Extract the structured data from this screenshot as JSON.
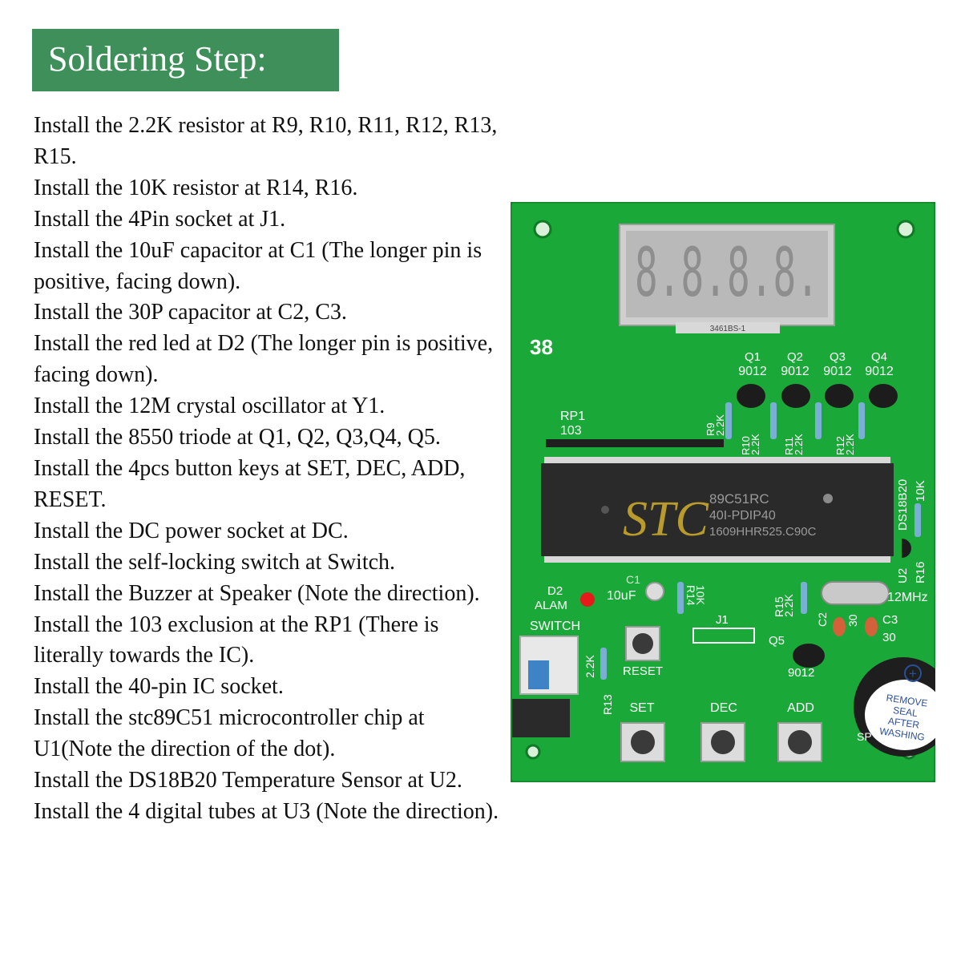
{
  "title": "Soldering Step:",
  "steps": [
    "Install the 2.2K resistor at R9, R10, R11, R12, R13, R15.",
    "Install the 10K resistor at R14, R16.",
    "Install the 4Pin socket at J1.",
    "Install the 10uF capacitor at C1 (The longer pin is positive, facing down).",
    "Install the 30P capacitor at C2, C3.",
    "Install the red led at D2 (The longer pin is positive, facing down).",
    "Install the 12M crystal oscillator at Y1.",
    "Install the 8550 triode at Q1, Q2, Q3,Q4, Q5.",
    "Install the 4pcs button keys at SET, DEC, ADD, RESET.",
    "Install the DC power socket at DC.",
    "Install the self-locking switch at Switch.",
    "Install the Buzzer at Speaker (Note the direction).",
    "Install the 103 exclusion at the RP1 (There is literally towards the IC).",
    "Install the 40-pin IC socket.",
    "Install the stc89C51 microcontroller chip at U1(Note the direction of the dot).",
    "Install the DS18B20 Temperature Sensor at U2.",
    "Install the 4 digital tubes at U3 (Note the direction)."
  ],
  "board": {
    "display_digits": "8.8.8.8.",
    "display_part": "3461BS-1",
    "board_number": "38",
    "transistors": [
      {
        "ref": "Q1",
        "type": "9012"
      },
      {
        "ref": "Q2",
        "type": "9012"
      },
      {
        "ref": "Q3",
        "type": "9012"
      },
      {
        "ref": "Q4",
        "type": "9012"
      }
    ],
    "rp1_ref": "RP1",
    "rp1_value": "103",
    "r9": "R9",
    "r9_value": "2.2K",
    "r10": "R10",
    "r11": "R11",
    "r12": "R12",
    "res_value": "2.2K",
    "chip_brand": "STC",
    "chip_line1": "89C51RC",
    "chip_line2": "40I-PDIP40",
    "chip_line3": "1609HHR525.C90C",
    "u2_ref": "DS18B20",
    "r16_ref": "R16",
    "r16_value": "10K",
    "u2_short": "U2",
    "d2_ref": "D2",
    "d2_label": "ALAM",
    "c1_ref": "C1",
    "c1_value": "10uF",
    "r14_ref": "R14",
    "r14_value": "10K",
    "j1_ref": "J1",
    "r15_ref": "R15",
    "r15_value": "2.2K",
    "c2_ref": "C2",
    "c2_value": "30",
    "c3_ref": "C3",
    "c3_value": "30",
    "crystal_label": "12MHz",
    "switch_label": "SWITCH",
    "reset_label": "RESET",
    "q5_ref": "Q5",
    "q5_type": "9012",
    "r13_ref": "R13",
    "r13_value": "2.2K",
    "buttons": [
      "SET",
      "DEC",
      "ADD"
    ],
    "buzzer_seal": [
      "REMOVE",
      "SEAL",
      "AFTER",
      "WASHING"
    ],
    "buzzer_plus": "+",
    "speaker_label": "SP"
  },
  "colors": {
    "title_bg": "#3f8f5a",
    "pcb_green": "#1aa838",
    "silkscreen": "#ffffff",
    "chip_black": "#2a2a2a",
    "led_red": "#e51b1b"
  }
}
